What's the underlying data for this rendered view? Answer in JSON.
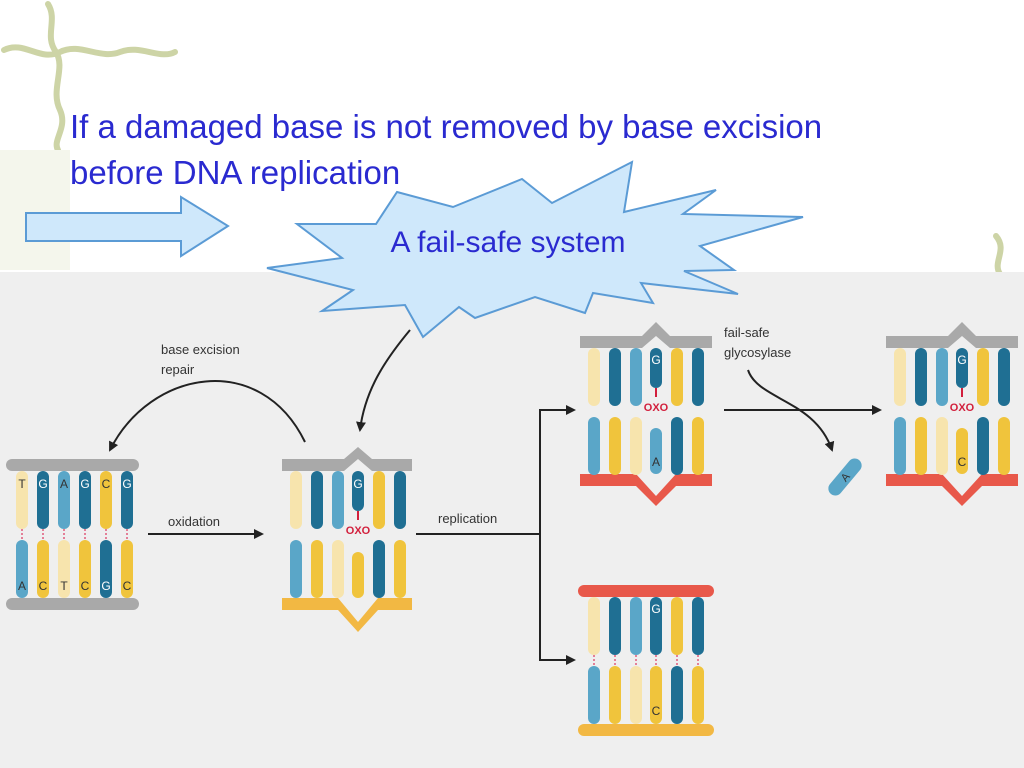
{
  "slide": {
    "title_line1": "If a damaged base is not removed by base excision",
    "title_line2": "before DNA replication",
    "callout": "A fail-safe system"
  },
  "diagram": {
    "label_ber_1": "base excision",
    "label_ber_2": "repair",
    "label_oxidation": "oxidation",
    "label_replication": "replication",
    "label_failsafe_1": "fail-safe",
    "label_failsafe_2": "glycosylase",
    "oxo": "OXO",
    "dna1_top": [
      "T",
      "G",
      "A",
      "G",
      "C",
      "G"
    ],
    "dna1_bottom": [
      "A",
      "C",
      "T",
      "C",
      "G",
      "C"
    ],
    "dna2_top_g": "G",
    "dna3_top_g": "G",
    "dna3_bottom_a": "A",
    "dna4_top_g": "G",
    "dna4_bottom_c": "C",
    "dna5_top_g": "G",
    "dna5_bottom_c": "C",
    "excised_base": "A"
  },
  "colors": {
    "title": "#2a2ad0",
    "panel_bg": "#efefef",
    "callout_fill": "#cfe8fb",
    "backbone_gray": "#a9a9a9",
    "backbone_red": "#e8584a",
    "backbone_orange": "#f2b843",
    "oxo_red": "#d21f3c"
  }
}
